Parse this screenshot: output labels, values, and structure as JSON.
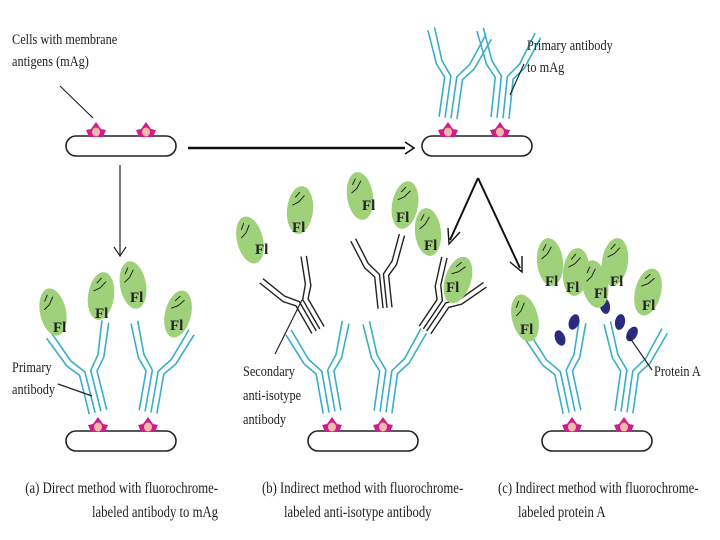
{
  "labels": {
    "cells_line1": "Cells with membrane",
    "cells_line2": "antigens (mAg)",
    "primary_ab_line1": "Primary antibody",
    "primary_ab_line2": "to mAg",
    "primary_line1": "Primary",
    "primary_line2": "antibody",
    "secondary_line1": "Secondary",
    "secondary_line2": "anti-isotype",
    "secondary_line3": "antibody",
    "protein_a": "Protein A",
    "fluorochrome": "Fl"
  },
  "captions": {
    "a_line1": "(a) Direct method with fluorochrome-",
    "a_line2": "labeled antibody to mAg",
    "b_line1": "(b) Indirect method with fluorochrome-",
    "b_line2": "labeled anti-isotype antibody",
    "c_line1": "(c) Indirect method with fluorochrome-",
    "c_line2": "labeled protein A"
  },
  "colors": {
    "antibody_primary": "#3aaec8",
    "antibody_secondary": "#222222",
    "fluorochrome_fill": "#9fd07a",
    "protein_a": "#2a2a80",
    "antigen_magenta": "#cc1f8a",
    "antigen_core": "#f4b8a8",
    "cell_outline": "#222222"
  }
}
